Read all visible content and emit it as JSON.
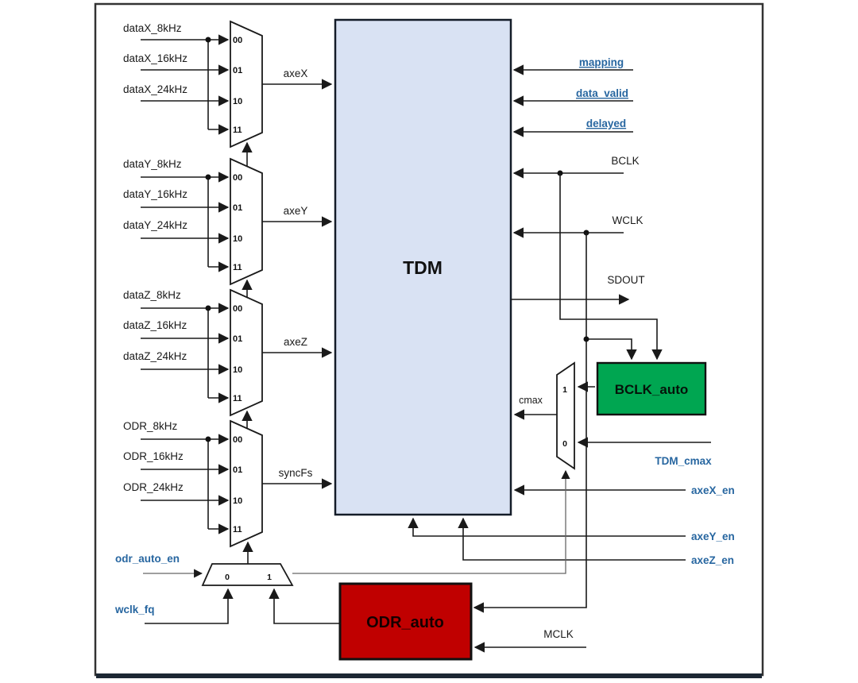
{
  "diagram": {
    "tdm_block": "TDM",
    "mux_code_labels": [
      "00",
      "01",
      "10",
      "11"
    ],
    "groups": [
      {
        "in8": "dataX_8kHz",
        "in16": "dataX_16kHz",
        "in24": "dataX_24kHz",
        "out": "axeX"
      },
      {
        "in8": "dataY_8kHz",
        "in16": "dataY_16kHz",
        "in24": "dataY_24kHz",
        "out": "axeY"
      },
      {
        "in8": "dataZ_8kHz",
        "in16": "dataZ_16kHz",
        "in24": "dataZ_24kHz",
        "out": "axeZ"
      },
      {
        "in8": "ODR_8kHz",
        "in16": "ODR_16kHz",
        "in24": "ODR_24kHz",
        "out": "syncFs"
      }
    ],
    "right_inputs": {
      "mapping": "mapping",
      "data_valid": "data_valid",
      "delayed": "delayed",
      "bclk": "BCLK",
      "wclk": "WCLK",
      "mclk": "MCLK"
    },
    "sdout": "SDOUT",
    "cmax_mux": {
      "output_label": "cmax",
      "sel1": "1",
      "sel0": "0",
      "tdm_cmax": "TDM_cmax"
    },
    "enables": {
      "x": "axeX_en",
      "y": "axeY_en",
      "z": "axeZ_en"
    },
    "blocks": {
      "bclk_auto": "BCLK_auto",
      "odr_auto": "ODR_auto"
    },
    "bottom_mux": {
      "select": "odr_auto_en",
      "in0_source": "wclk_fq",
      "l0": "0",
      "l1": "1"
    },
    "colors": {
      "tdm_fill": "#d9e2f3",
      "bclk_auto_fill": "#00a651",
      "odr_auto_fill": "#c00000",
      "signal_blue": "#2766a0",
      "wire": "#1a1a1a"
    }
  }
}
